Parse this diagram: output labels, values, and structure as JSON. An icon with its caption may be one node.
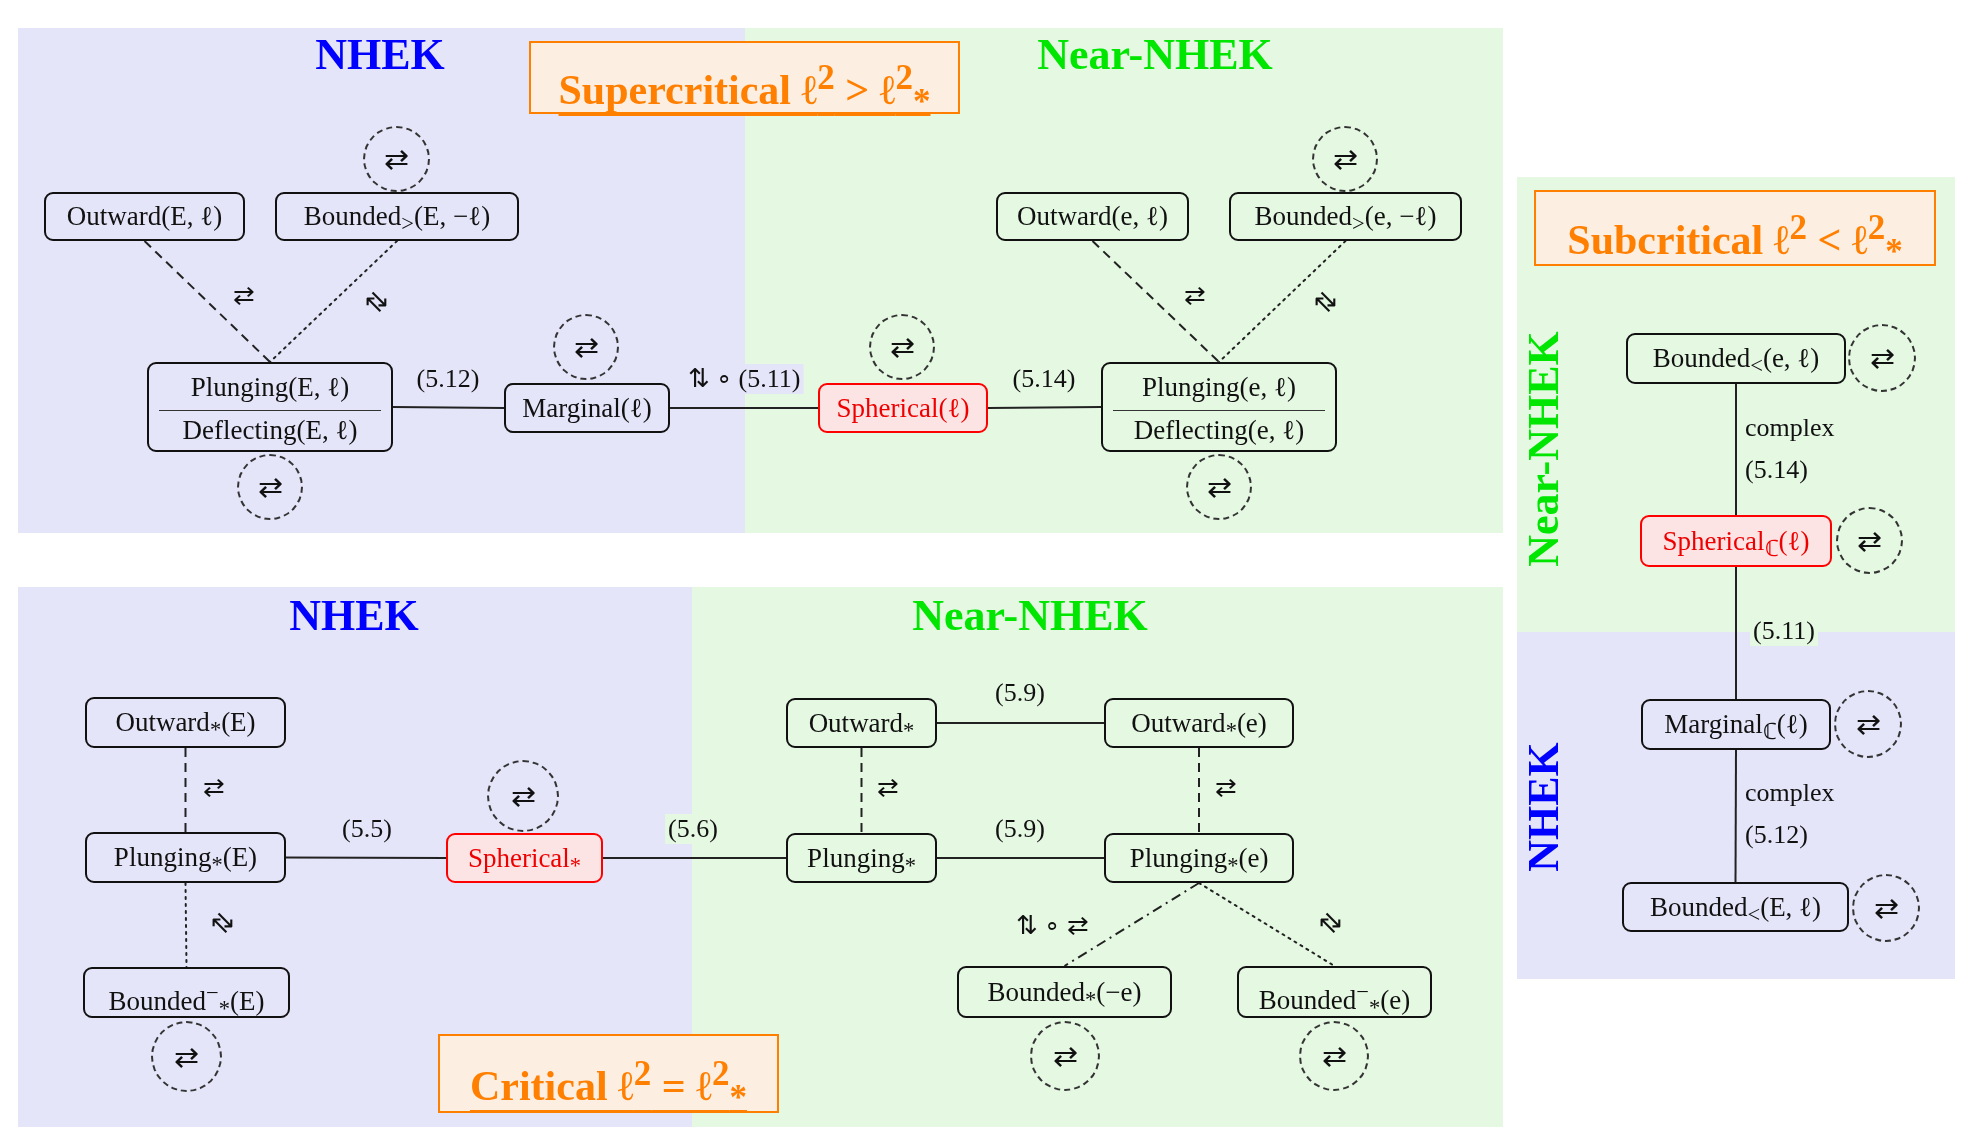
{
  "diagram": {
    "nodes": [
      {
        "text": [
          "NHEK"
        ]
      },
      {
        "text": [
          "Outward(E, ℓ)"
        ],
        "in": 0
      },
      {
        "text": [
          "⇄"
        ],
        "in": 0
      },
      {
        "text": [
          "Bounded$_{>}$(E, −ℓ)"
        ],
        "in": 0
      },
      {
        "text": [
          "Plunging(E, ℓ)",
          "Deflecting(E, ℓ)"
        ],
        "in": 0
      },
      {
        "text": [
          "⇄"
        ],
        "in": 0
      },
      {
        "text": [
          "⇄"
        ],
        "in": 0
      },
      {
        "text": [
          "Marginal(ℓ)"
        ],
        "in": 0
      },
      {
        "text": [
          "Near-NHEK"
        ]
      },
      {
        "text": [
          "Outward(e, ℓ)"
        ],
        "in": 8
      },
      {
        "text": [
          "⇄"
        ],
        "in": 8
      },
      {
        "text": [
          "Bounded$_{>}$(e, −ℓ)"
        ],
        "in": 8
      },
      {
        "text": [
          "⇄"
        ],
        "in": 8
      },
      {
        "text": [
          "Spherical(ℓ)"
        ],
        "in": 8
      },
      {
        "text": [
          "Plunging(e, ℓ)",
          "Deflecting(e, ℓ)"
        ],
        "in": 8
      },
      {
        "text": [
          "⇄"
        ],
        "in": 8
      },
      {
        "text": [
          "Supercritical ℓ$^{2}$ > ℓ$^{2}$$_{*}$"
        ]
      },
      {
        "text": [
          "Near-NHEK"
        ]
      },
      {
        "text": [
          "Subcritical ℓ$^{2}$ < ℓ$^{2}$$_{*}$"
        ],
        "in": 17
      },
      {
        "text": [
          "Bounded$_{<}$(e, ℓ)"
        ],
        "in": 17
      },
      {
        "text": [
          "⇄"
        ],
        "in": 17
      },
      {
        "text": [
          "Spherical$_{ℂ}$(ℓ)"
        ],
        "in": 17
      },
      {
        "text": [
          "⇄"
        ],
        "in": 17
      },
      {
        "text": [
          "NHEK"
        ]
      },
      {
        "text": [
          "Marginal$_{ℂ}$(ℓ)"
        ],
        "in": 23
      },
      {
        "text": [
          "⇄"
        ],
        "in": 23
      },
      {
        "text": [
          "Bounded$_{<}$(E, ℓ)"
        ],
        "in": 23
      },
      {
        "text": [
          "⇄"
        ],
        "in": 23
      },
      {
        "text": [
          "NHEK"
        ]
      },
      {
        "text": [
          "Outward$_{*}$(E)"
        ],
        "in": 28
      },
      {
        "text": [
          "Plunging$_{*}$(E)"
        ],
        "in": 28
      },
      {
        "text": [
          "⇄"
        ],
        "in": 28
      },
      {
        "text": [
          "Spherical$_{*}$"
        ],
        "in": 28
      },
      {
        "text": [
          "Bounded$^{−}$$_{*}$(E)"
        ],
        "in": 28
      },
      {
        "text": [
          "⇄"
        ],
        "in": 28
      },
      {
        "text": [
          "Near-NHEK"
        ]
      },
      {
        "text": [
          "Outward$_{*}$"
        ],
        "in": 35
      },
      {
        "text": [
          "Outward$_{*}$(e)"
        ],
        "in": 35
      },
      {
        "text": [
          "Plunging$_{*}$"
        ],
        "in": 35
      },
      {
        "text": [
          "Plunging$_{*}$(e)"
        ],
        "in": 35
      },
      {
        "text": [
          "Bounded$_{*}$(−e)"
        ],
        "in": 35
      },
      {
        "text": [
          "Bounded$^{−}$$_{*}$(e)"
        ],
        "in": 35
      },
      {
        "text": [
          "⇄"
        ],
        "in": 35
      },
      {
        "text": [
          "⇄"
        ],
        "in": 35
      },
      {
        "text": [
          "Critical ℓ$^{2}$ = ℓ$^{2}$$_{*}$"
        ]
      }
    ],
    "edges": [
      {
        "from": 1,
        "to": 4,
        "arrow": "none",
        "style": "dashed",
        "label": "⇄"
      },
      {
        "from": 3,
        "to": 4,
        "arrow": "none",
        "style": "dashed",
        "label": "⇄"
      },
      {
        "from": 4,
        "to": 7,
        "arrow": "none",
        "label": "(5.12)"
      },
      {
        "from": 7,
        "to": 13,
        "arrow": "none",
        "label": "⇅ ∘ (5.11)"
      },
      {
        "from": 13,
        "to": 14,
        "arrow": "none",
        "label": "(5.14)"
      },
      {
        "from": 9,
        "to": 14,
        "arrow": "none",
        "style": "dashed",
        "label": "⇄"
      },
      {
        "from": 11,
        "to": 14,
        "arrow": "none",
        "style": "dashed",
        "label": "⇄"
      },
      {
        "from": 19,
        "to": 21,
        "arrow": "none",
        "label": "complex (5.14)"
      },
      {
        "from": 21,
        "to": 24,
        "arrow": "none",
        "label": "(5.11)"
      },
      {
        "from": 24,
        "to": 26,
        "arrow": "none",
        "label": "complex (5.12)"
      },
      {
        "from": 29,
        "to": 30,
        "arrow": "none",
        "style": "dashed",
        "label": "⇄"
      },
      {
        "from": 30,
        "to": 33,
        "arrow": "none",
        "style": "dashed",
        "label": "⇄"
      },
      {
        "from": 30,
        "to": 32,
        "arrow": "none",
        "label": "(5.5)"
      },
      {
        "from": 32,
        "to": 38,
        "arrow": "none",
        "label": "(5.6)"
      },
      {
        "from": 36,
        "to": 37,
        "arrow": "none",
        "label": "(5.9)"
      },
      {
        "from": 36,
        "to": 38,
        "arrow": "none",
        "style": "dashed",
        "label": "⇄"
      },
      {
        "from": 38,
        "to": 39,
        "arrow": "none",
        "label": "(5.9)"
      },
      {
        "from": 37,
        "to": 39,
        "arrow": "none",
        "style": "dashed",
        "label": "⇄"
      },
      {
        "from": 39,
        "to": 40,
        "arrow": "none",
        "style": "dashed",
        "label": "⇅ ∘ ⇄"
      },
      {
        "from": 39,
        "to": 41,
        "arrow": "none",
        "style": "dashed",
        "label": "⇄"
      }
    ]
  }
}
